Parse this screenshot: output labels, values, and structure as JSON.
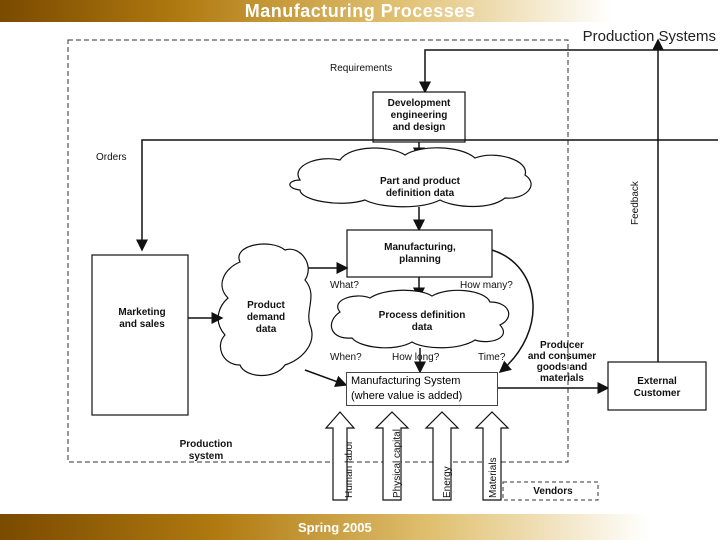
{
  "header": {
    "title": "Manufacturing Processes"
  },
  "subtitle": "Production Systems",
  "diagram": {
    "requirements": "Requirements",
    "dev_box": [
      "Development",
      "engineering",
      "and design"
    ],
    "orders": "Orders",
    "feedback": "Feedback",
    "part_cloud": [
      "Part and product",
      "definition data"
    ],
    "mfg_box": [
      "Manufacturing,",
      "planning"
    ],
    "what": "What?",
    "how_many": "How many?",
    "marketing": [
      "Marketing",
      "and sales"
    ],
    "product_cloud": [
      "Product",
      "demand",
      "data"
    ],
    "process_cloud": [
      "Process definition",
      "data"
    ],
    "when": "When?",
    "how_long": "How long?",
    "time": "Time?",
    "producer": [
      "Producer",
      "and consumer",
      "goods and",
      "materials"
    ],
    "external": [
      "External",
      "Customer"
    ],
    "ms_line1": "Manufacturing System",
    "ms_line2": "(where value is added)",
    "production_system": [
      "Production",
      "system"
    ],
    "inputs": [
      "Human labor",
      "Physical capital",
      "Energy",
      "Materials"
    ],
    "vendors": "Vendors"
  },
  "footer": {
    "text": "Spring 2005"
  }
}
